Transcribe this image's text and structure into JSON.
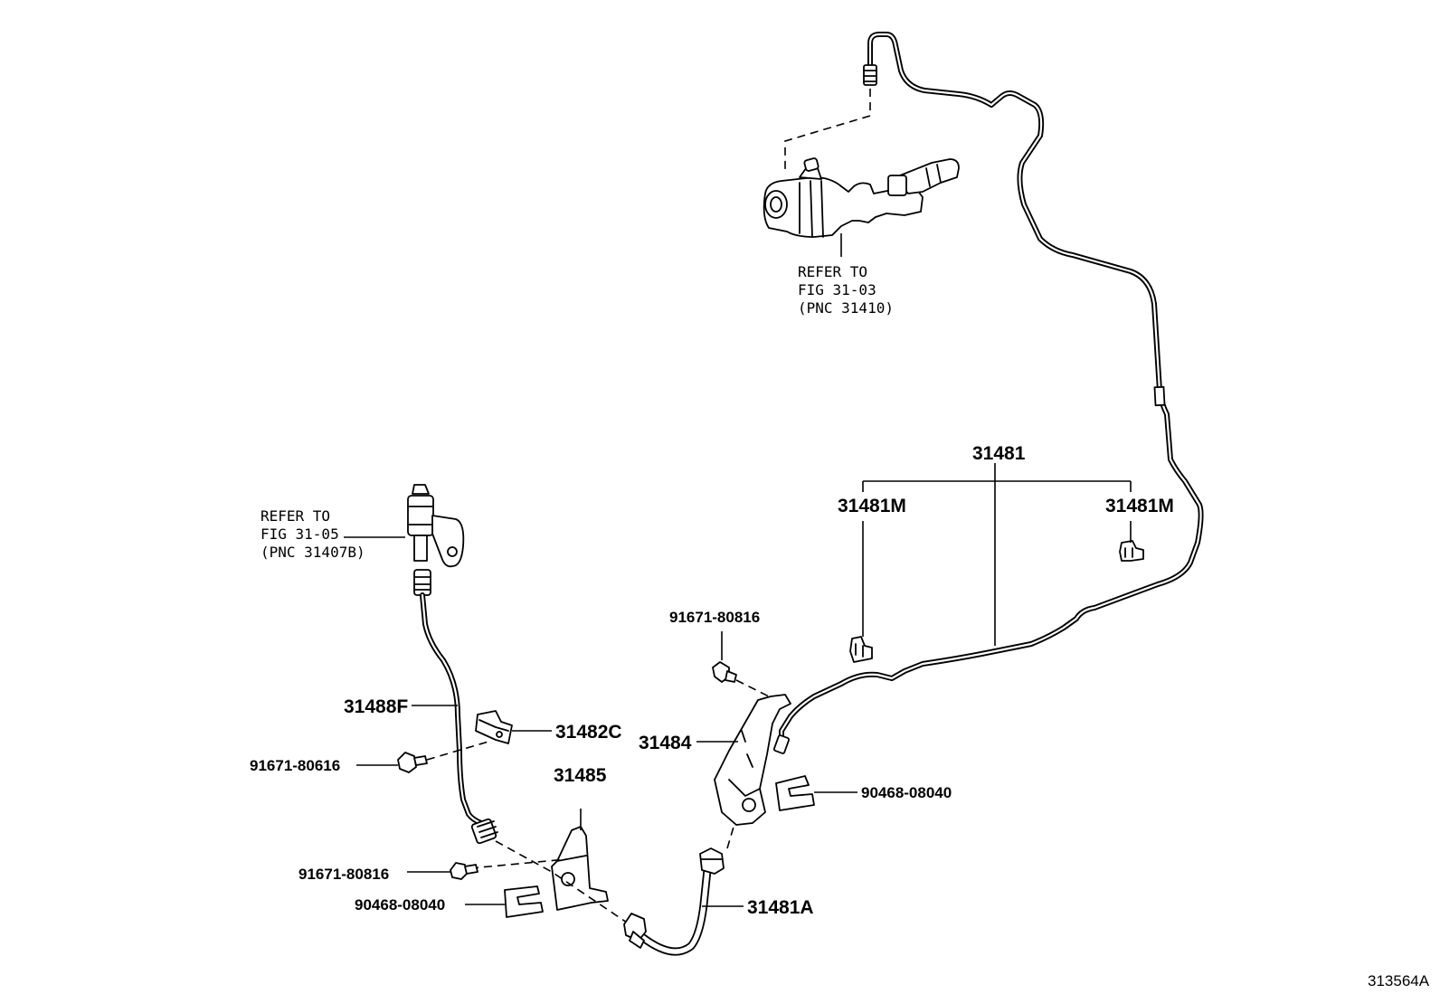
{
  "labels": {
    "p31481": "31481",
    "p31481M_left": "31481M",
    "p31481M_right": "31481M",
    "p91671_80816_top": "91671-80816",
    "p31484": "31484",
    "p90468_08040_right": "90468-08040",
    "p31488F": "31488F",
    "p31482C": "31482C",
    "p91671_80616": "91671-80616",
    "p31485": "31485",
    "p91671_80816_bottom": "91671-80816",
    "p90468_08040_left": "90468-08040",
    "p31481A": "31481A"
  },
  "refer_master": {
    "line1": "REFER TO",
    "line2": "FIG 31-03",
    "line3": "(PNC 31410)"
  },
  "refer_release": {
    "line1": "REFER TO",
    "line2": "FIG 31-05",
    "line3": "(PNC 31407B)"
  },
  "figure_id": "313564A"
}
